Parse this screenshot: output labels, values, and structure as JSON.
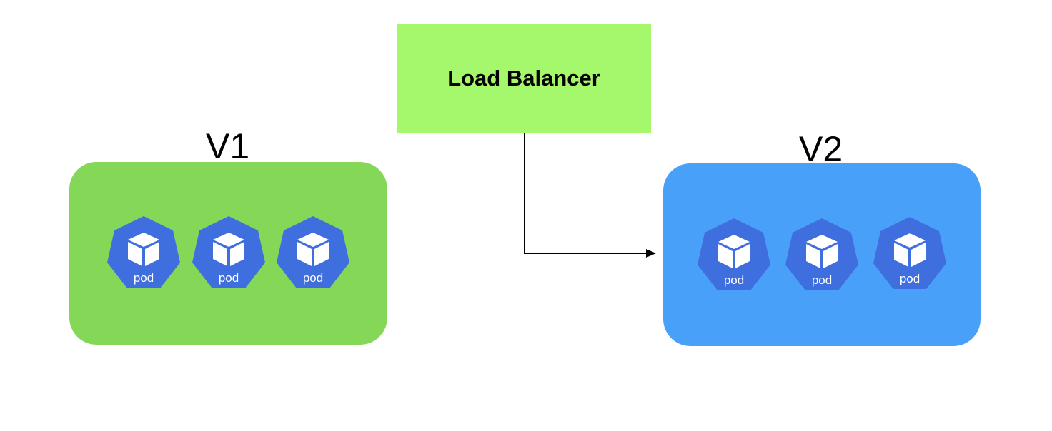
{
  "load_balancer": {
    "label": "Load Balancer"
  },
  "groups": [
    {
      "version": "V1",
      "color": "#85d757",
      "pods": [
        {
          "label": "pod",
          "icon": "pod-cube-icon"
        },
        {
          "label": "pod",
          "icon": "pod-cube-icon"
        },
        {
          "label": "pod",
          "icon": "pod-cube-icon"
        }
      ]
    },
    {
      "version": "V2",
      "color": "#49a0f8",
      "pods": [
        {
          "label": "pod",
          "icon": "pod-cube-icon"
        },
        {
          "label": "pod",
          "icon": "pod-cube-icon"
        },
        {
          "label": "pod",
          "icon": "pod-cube-icon"
        }
      ]
    }
  ],
  "colors": {
    "load_balancer": "#a5f76b",
    "pod": "#3f6ede",
    "connector": "#000000"
  },
  "connection": {
    "from": "Load Balancer",
    "to": "V2"
  }
}
